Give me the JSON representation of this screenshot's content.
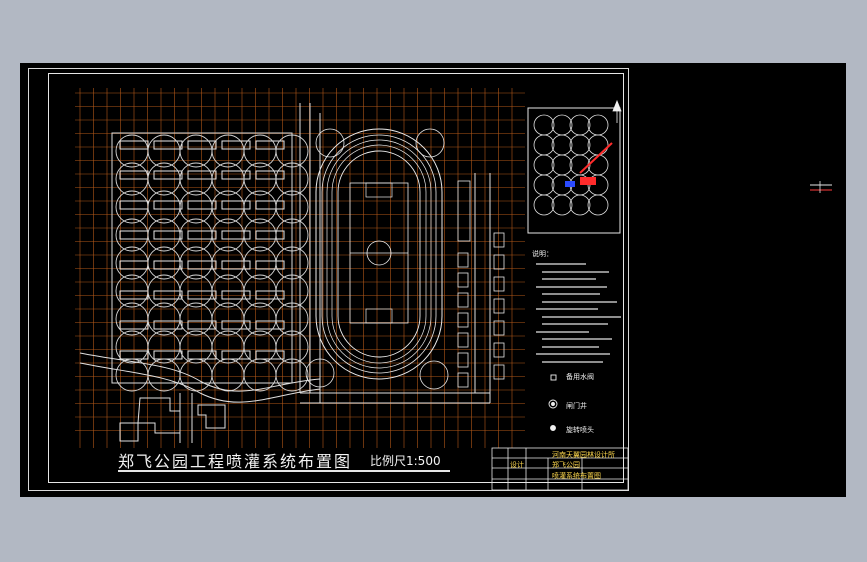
{
  "drawing": {
    "title": "郑飞公园工程喷灌系统布置图",
    "scale_label": "比例尺1:500"
  },
  "legend": {
    "items": [
      {
        "label": "备用水阀",
        "icon": "valve-icon"
      },
      {
        "label": "闸门井",
        "icon": "gate-well-icon"
      },
      {
        "label": "旋转喷头",
        "icon": "rotary-sprinkler-icon"
      }
    ]
  },
  "notes": {
    "title": "说明："
  },
  "title_block": {
    "institute": "河南天翼园林设计所",
    "project_cell": "郑飞公园",
    "drawing_cell": "喷灌系统布置图",
    "designer_cell": "设计"
  },
  "colors": {
    "background": "#000000",
    "grid": "#d2691e",
    "linework": "#e8e8e8",
    "text": "#ffd94d",
    "accent": "#ff2b2b",
    "blue_mark": "#2b4bff",
    "outer": "#b2b8c3"
  },
  "icons": [
    "valve-icon",
    "gate-well-icon",
    "rotary-sprinkler-icon",
    "north-arrow-icon"
  ]
}
